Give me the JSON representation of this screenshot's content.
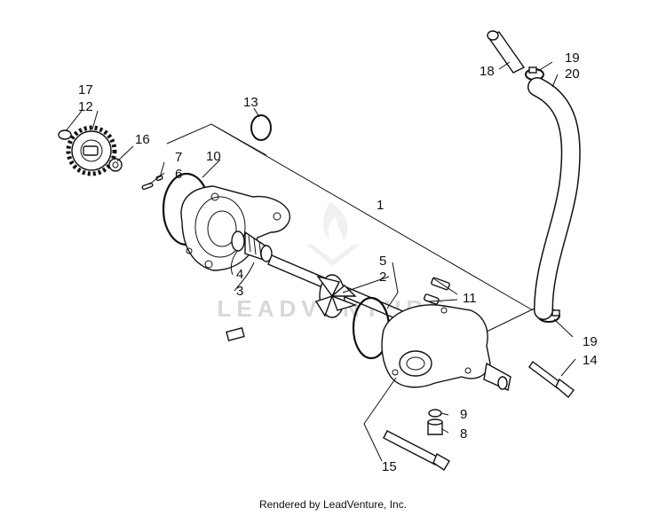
{
  "diagram": {
    "part_labels": {
      "p1": "1",
      "p2": "2",
      "p3": "3",
      "p4": "4",
      "p5": "5",
      "p6": "6",
      "p7": "7",
      "p8": "8",
      "p9": "9",
      "p10": "10",
      "p11": "11",
      "p12": "12",
      "p13": "13",
      "p14": "14",
      "p15": "15",
      "p16": "16",
      "p17": "17",
      "p18": "18",
      "p19a": "19",
      "p19b": "19",
      "p20": "20"
    },
    "watermark": "LEADVENTURE"
  },
  "footer": {
    "credit": "Rendered by LeadVenture, Inc."
  }
}
